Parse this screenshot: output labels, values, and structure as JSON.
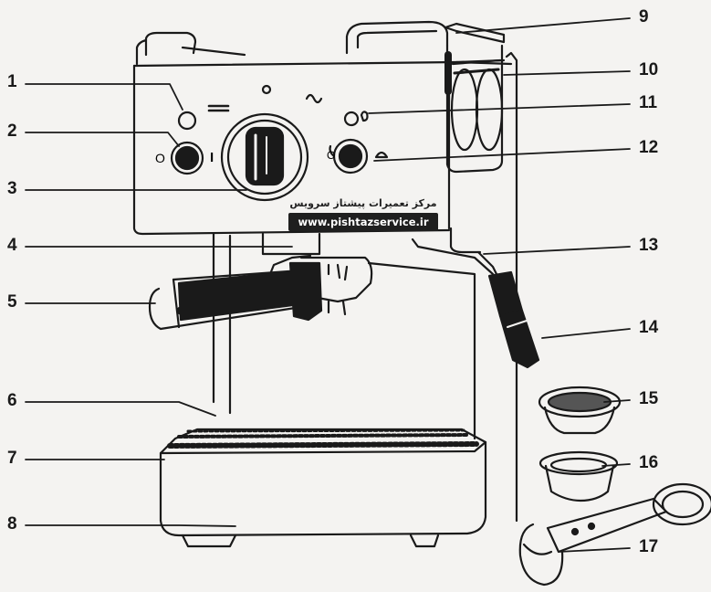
{
  "callouts": {
    "c1": "1",
    "c2": "2",
    "c3": "3",
    "c4": "4",
    "c5": "5",
    "c6": "6",
    "c7": "7",
    "c8": "8",
    "c9": "9",
    "c10": "10",
    "c11": "11",
    "c12": "12",
    "c13": "13",
    "c14": "14",
    "c15": "15",
    "c16": "16",
    "c17": "17"
  },
  "panel_marks": {
    "left_knob_off": "O",
    "left_knob_on": "I",
    "dial_top": "O"
  },
  "watermark": {
    "title": "مرکز تعمیرات پیشتاز سرویس",
    "url": "www.pishtazservice.ir"
  }
}
